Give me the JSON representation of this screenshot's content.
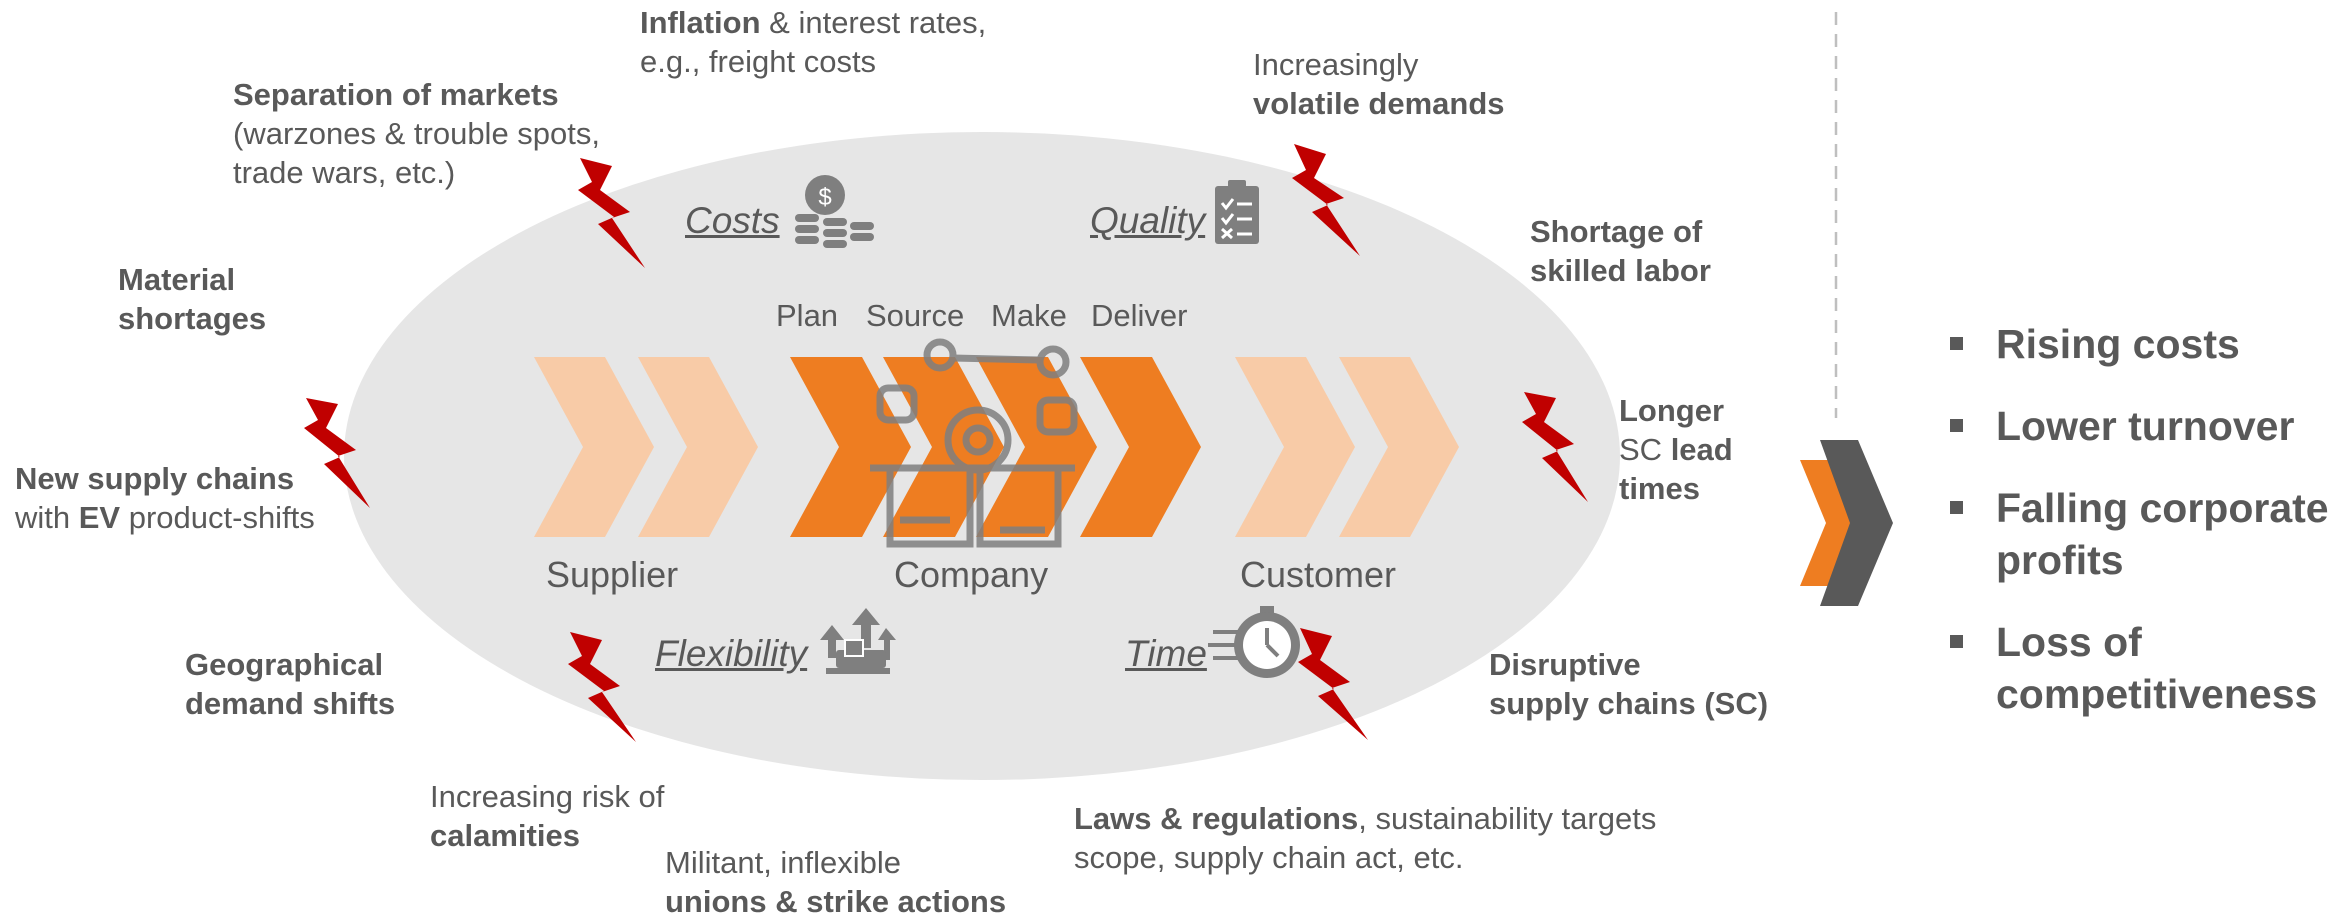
{
  "stages": {
    "plan": "Plan",
    "source": "Source",
    "make": "Make",
    "deliver": "Deliver"
  },
  "zones": {
    "supplier": "Supplier",
    "company": "Company",
    "customer": "Customer"
  },
  "dimensions": {
    "costs": "Costs",
    "quality": "Quality",
    "flexibility": "Flexibility",
    "time": "Time"
  },
  "factors": {
    "inflation": {
      "bold": "Inflation",
      "rest": " & interest rates,",
      "line2": "e.g., freight costs"
    },
    "separation": {
      "bold": "Separation of markets",
      "line2": "(warzones & trouble spots,",
      "line3": "trade wars, etc.)"
    },
    "volatile": {
      "line1": "Increasingly",
      "bold": "volatile demands"
    },
    "skilled": {
      "line1": "Shortage of",
      "line2": "skilled labor"
    },
    "material": {
      "line1": "Material",
      "line2": "shortages"
    },
    "lead_times": {
      "line1": "Longer",
      "pre": "SC ",
      "bold": "lead",
      "line3": "times"
    },
    "new_sc": {
      "bold1": "New supply chains",
      "pre": "with ",
      "bold2": "EV",
      "rest": " product-shifts"
    },
    "geo": {
      "line1": "Geographical",
      "line2": "demand shifts"
    },
    "disruptive": {
      "line1": "Disruptive",
      "line2": "supply chains (SC)"
    },
    "calamities": {
      "line1": "Increasing risk of",
      "bold": "calamities"
    },
    "unions": {
      "line1": "Militant, inflexible",
      "bold": "unions & strike actions"
    },
    "laws": {
      "bold": "Laws & regulations",
      "rest": ", sustainability targets",
      "line2": "scope, supply chain act, etc."
    }
  },
  "outcomes": [
    "Rising costs",
    "Lower turnover",
    "Falling corporate profits",
    "Loss of competitiveness"
  ],
  "colors": {
    "ellipse": "#e6e6e6",
    "chevron_light": "#f8cba7",
    "chevron_dark": "#ee7d21",
    "lightning": "#c00000",
    "text": "#595959",
    "icon": "#7f7f7f",
    "arrow_dark": "#595959"
  },
  "icons": [
    "coins-icon",
    "clipboard-icon",
    "flexibility-icon",
    "stopwatch-icon",
    "factory-gear-icon",
    "lightning-icon",
    "double-chevron-icon"
  ]
}
